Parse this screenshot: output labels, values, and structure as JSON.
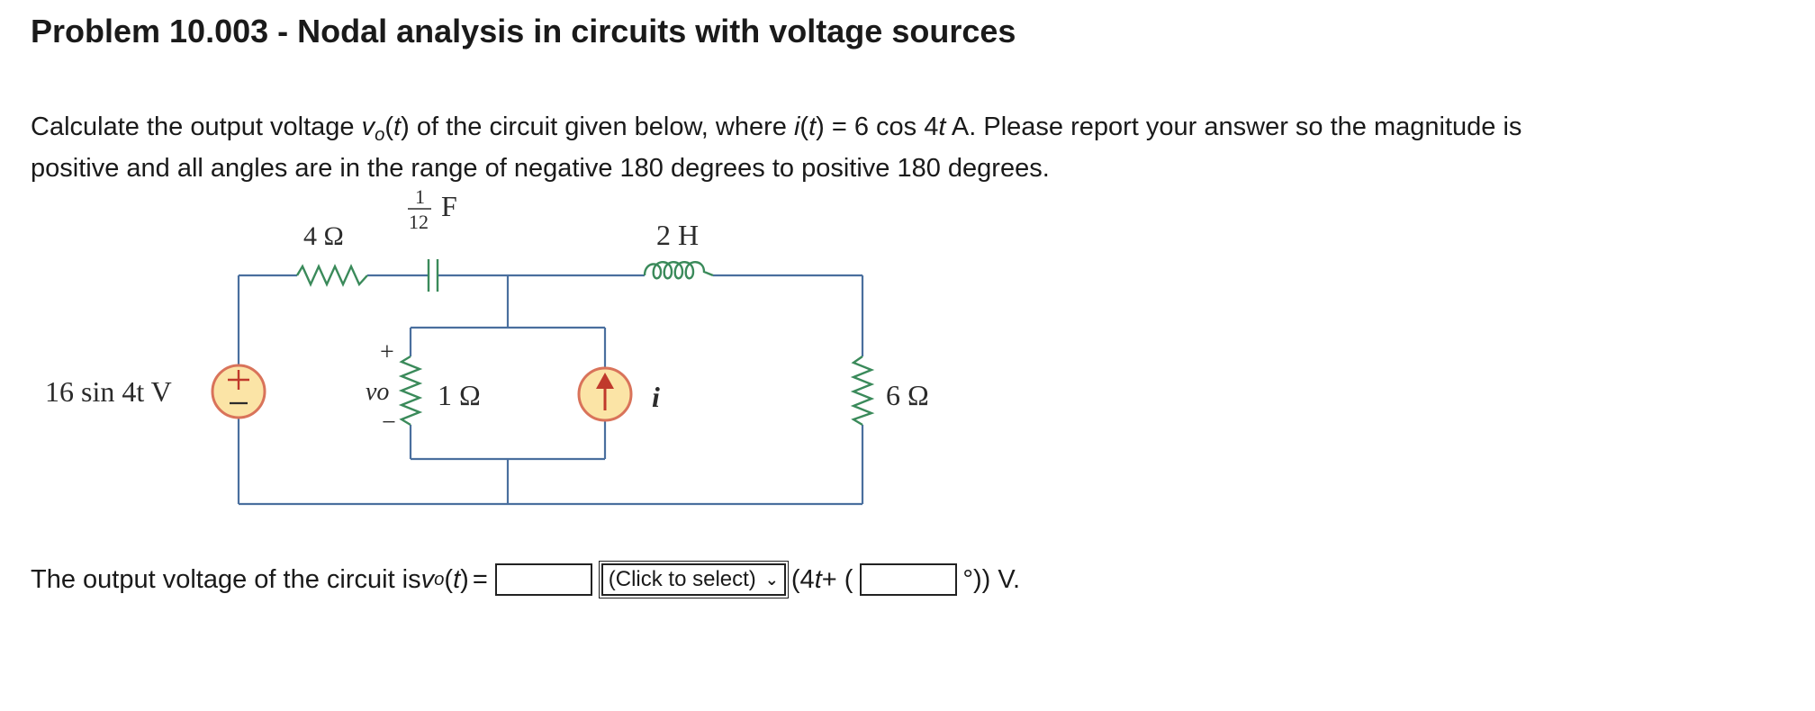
{
  "header": {
    "title": "Problem 10.003 - Nodal analysis in circuits with voltage sources"
  },
  "problem": {
    "p1": "Calculate the output voltage ",
    "v": "v",
    "sub_o": "o",
    "t_open": "(",
    "t": "t",
    "t_close": ")",
    "p2": " of the circuit given below, where ",
    "i": "i",
    "p3": " = 6 cos 4",
    "p4": " A. Please report your answer so the magnitude is",
    "p5": "positive and all angles are in the range of negative 180 degrees to positive 180 degrees."
  },
  "circuit": {
    "r1": "4 Ω",
    "cap_num": "1",
    "cap_den": "12",
    "cap_unit": "F",
    "inductor": "2 H",
    "source": "16 sin 4t V",
    "plus": "+",
    "minus": "−",
    "vo": "vo",
    "r2": "1 Ω",
    "current": "i",
    "r3": "6 Ω"
  },
  "answer": {
    "prefix": "The output voltage of the circuit is ",
    "v": "v",
    "sub_o": "o",
    "t": "t",
    "eq": " = ",
    "magnitude_value": "",
    "select_label": "(Click to select)",
    "mid": "(4",
    "mid2": " + (",
    "angle_value": "",
    "suffix": "°)) V."
  },
  "colors": {
    "wire": "#4a6f9e",
    "element": "#3a8a5a",
    "source_fill": "#fbe4a6",
    "source_ring": "#d9735a",
    "arrow": "#c0392b"
  }
}
